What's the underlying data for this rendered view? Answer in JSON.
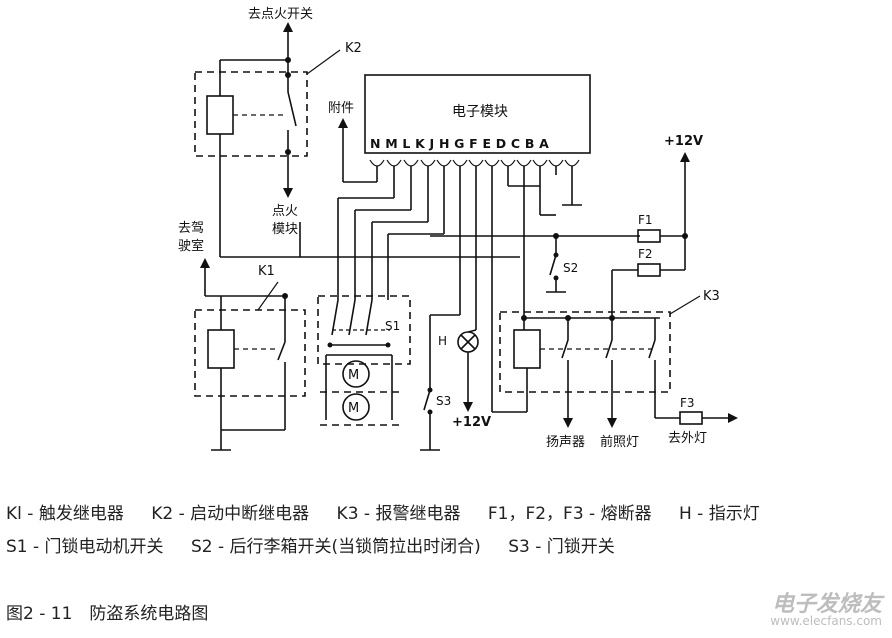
{
  "diagram": {
    "labels": {
      "to_ignition_switch": "去点火开关",
      "k2": "K2",
      "accessory": "附件",
      "electronic_module": "电子模块",
      "module_pins": "N M L K J H G F E D C B A",
      "ignition_module_1": "点火",
      "ignition_module_2": "模块",
      "plus12v_top": "+12V",
      "to_cab_1": "去驾",
      "to_cab_2": "驶室",
      "k1": "K1",
      "f1": "F1",
      "s2": "S2",
      "f2": "F2",
      "k3": "K3",
      "s1": "S1",
      "motor1": "M",
      "motor2": "M",
      "h": "H",
      "s3": "S3",
      "plus12v_bottom": "+12V",
      "speaker": "扬声器",
      "headlight": "前照灯",
      "f3": "F3",
      "to_outer_light": "去外灯"
    }
  },
  "legend": {
    "items": [
      "Kl - 触发继电器",
      "K2 - 启动中断继电器",
      "K3 - 报警继电器",
      "F1，F2，F3 - 熔断器",
      "H - 指示灯",
      "S1 - 门锁电动机开关",
      "S2 - 后行李箱开关(当锁筒拉出时闭合)",
      "S3 - 门锁开关"
    ]
  },
  "caption": "图2 - 11　防盗系统电路图",
  "watermark": {
    "main": "电子发烧友",
    "url": "www.elecfans.com"
  }
}
